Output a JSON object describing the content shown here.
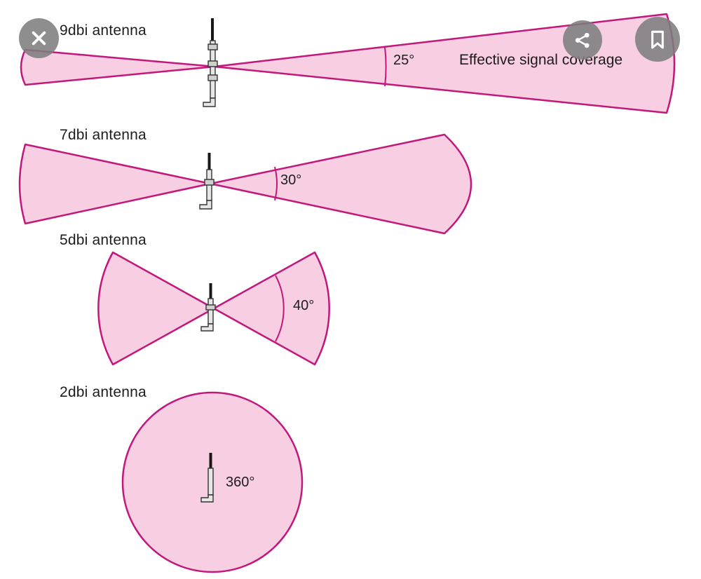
{
  "viewer": {
    "buttons": [
      {
        "name": "close",
        "icon": "close-icon"
      },
      {
        "name": "share",
        "icon": "share-icon"
      },
      {
        "name": "bookmark",
        "icon": "bookmark-icon"
      }
    ]
  },
  "diagram": {
    "caption": "Effective signal coverage",
    "colors": {
      "beam_fill": "#f8cee2",
      "beam_stroke": "#c2187c",
      "text": "#1d1d1d",
      "overlay_button_gray": "#7d7d7d",
      "antenna_dark": "#171717",
      "antenna_body": "#e6e6e6"
    },
    "rows": [
      {
        "label": "9dbi antenna",
        "angle_label": "25°",
        "beam_angle_deg": 25
      },
      {
        "label": "7dbi antenna",
        "angle_label": "30°",
        "beam_angle_deg": 30
      },
      {
        "label": "5dbi antenna",
        "angle_label": "40°",
        "beam_angle_deg": 40
      },
      {
        "label": "2dbi antenna",
        "angle_label": "360°",
        "beam_angle_deg": 360
      }
    ]
  }
}
